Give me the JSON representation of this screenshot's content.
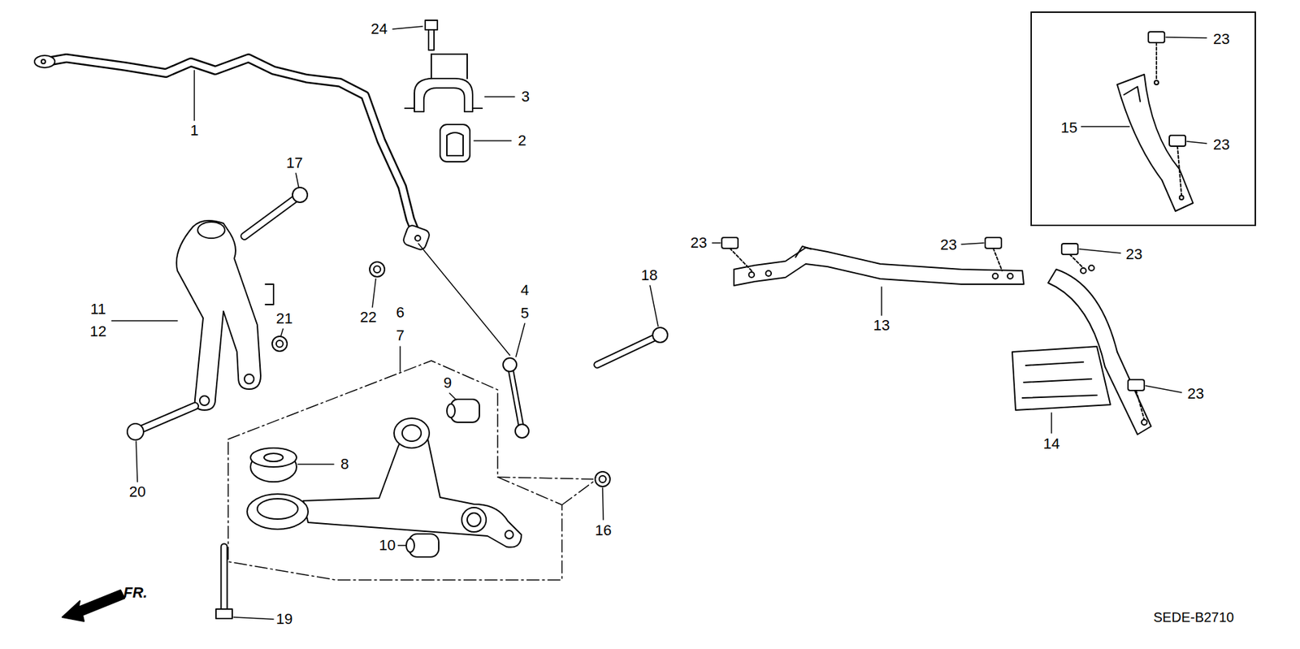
{
  "diagram": {
    "nodes": [
      {
        "text": [
          "23",
          "15",
          "23"
        ]
      }
    ],
    "labels": [
      "24",
      "3",
      "2",
      "1",
      "17",
      "22",
      "4",
      "5",
      "18",
      "11",
      "12",
      "21",
      "6",
      "7",
      "9",
      "8",
      "20",
      "16",
      "10",
      "19",
      "FR.",
      "23",
      "23",
      "13",
      "23",
      "23",
      "14",
      "SEDE-B2710"
    ]
  }
}
